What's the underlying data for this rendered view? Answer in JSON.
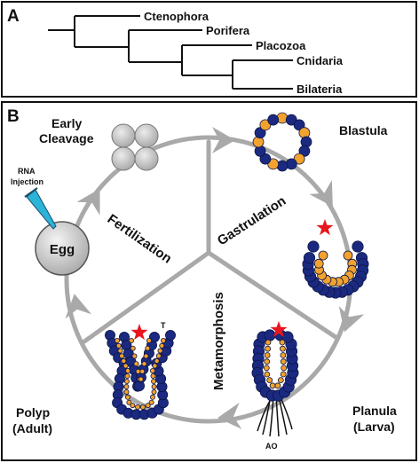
{
  "panel_a": {
    "letter": "A",
    "taxa": [
      "Ctenophora",
      "Porifera",
      "Placozoa",
      "Cnidaria",
      "Bilateria"
    ]
  },
  "panel_b": {
    "letter": "B",
    "stages": {
      "early_cleavage_line1": "Early",
      "early_cleavage_line2": "Cleavage",
      "blastula": "Blastula",
      "planula_line1": "Planula",
      "planula_line2": "(Larva)",
      "polyp_line1": "Polyp",
      "polyp_line2": "(Adult)",
      "egg": "Egg"
    },
    "processes": {
      "fertilization": "Fertilization",
      "gastrulation": "Gastrulation",
      "metamorphosis": "Metamorphosis"
    },
    "annotations": {
      "rna_line1": "RNA",
      "rna_line2": "Injection",
      "tentacle": "T",
      "aboral_organ": "AO"
    }
  },
  "colors": {
    "ring": "#a9a9a9",
    "navy_cell": "#1b2a80",
    "orange_cell": "#f2a22e",
    "star": "#e8161e",
    "cleavage_cell": "#bdbdbd",
    "egg": "#c8c8c8",
    "syringe": "#2bb3d8"
  }
}
